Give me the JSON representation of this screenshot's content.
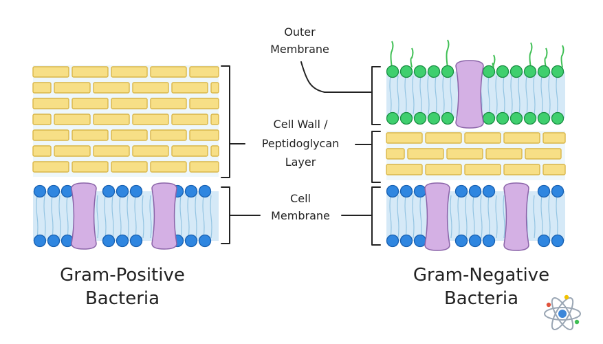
{
  "labels": {
    "outer_membrane_line1": "Outer",
    "outer_membrane_line2": "Membrane",
    "cell_wall_line1": "Cell Wall /",
    "cell_wall_line2": "Peptidoglycan",
    "cell_wall_line3": "Layer",
    "cell_membrane_line1": "Cell",
    "cell_membrane_line2": "Membrane",
    "gram_positive_line1": "Gram-Positive",
    "gram_positive_line2": "Bacteria",
    "gram_negative_line1": "Gram-Negative",
    "gram_negative_line2": "Bacteria"
  },
  "colors": {
    "brick_fill": "#f7df86",
    "brick_stroke": "#d9b648",
    "wall_bg": "#eef7fb",
    "bilayer_bg": "#d5e9f7",
    "tail_line": "#93c4e2",
    "head_blue": "#2f86e0",
    "head_blue_stroke": "#175fb0",
    "head_green": "#3fcf6e",
    "head_green_stroke": "#1b8f44",
    "protein_fill": "#d4b0e4",
    "protein_stroke": "#8a63a8",
    "lps_green": "#3fbf54",
    "bracket": "#222222"
  },
  "icons": {
    "logo": "atom-icon"
  }
}
